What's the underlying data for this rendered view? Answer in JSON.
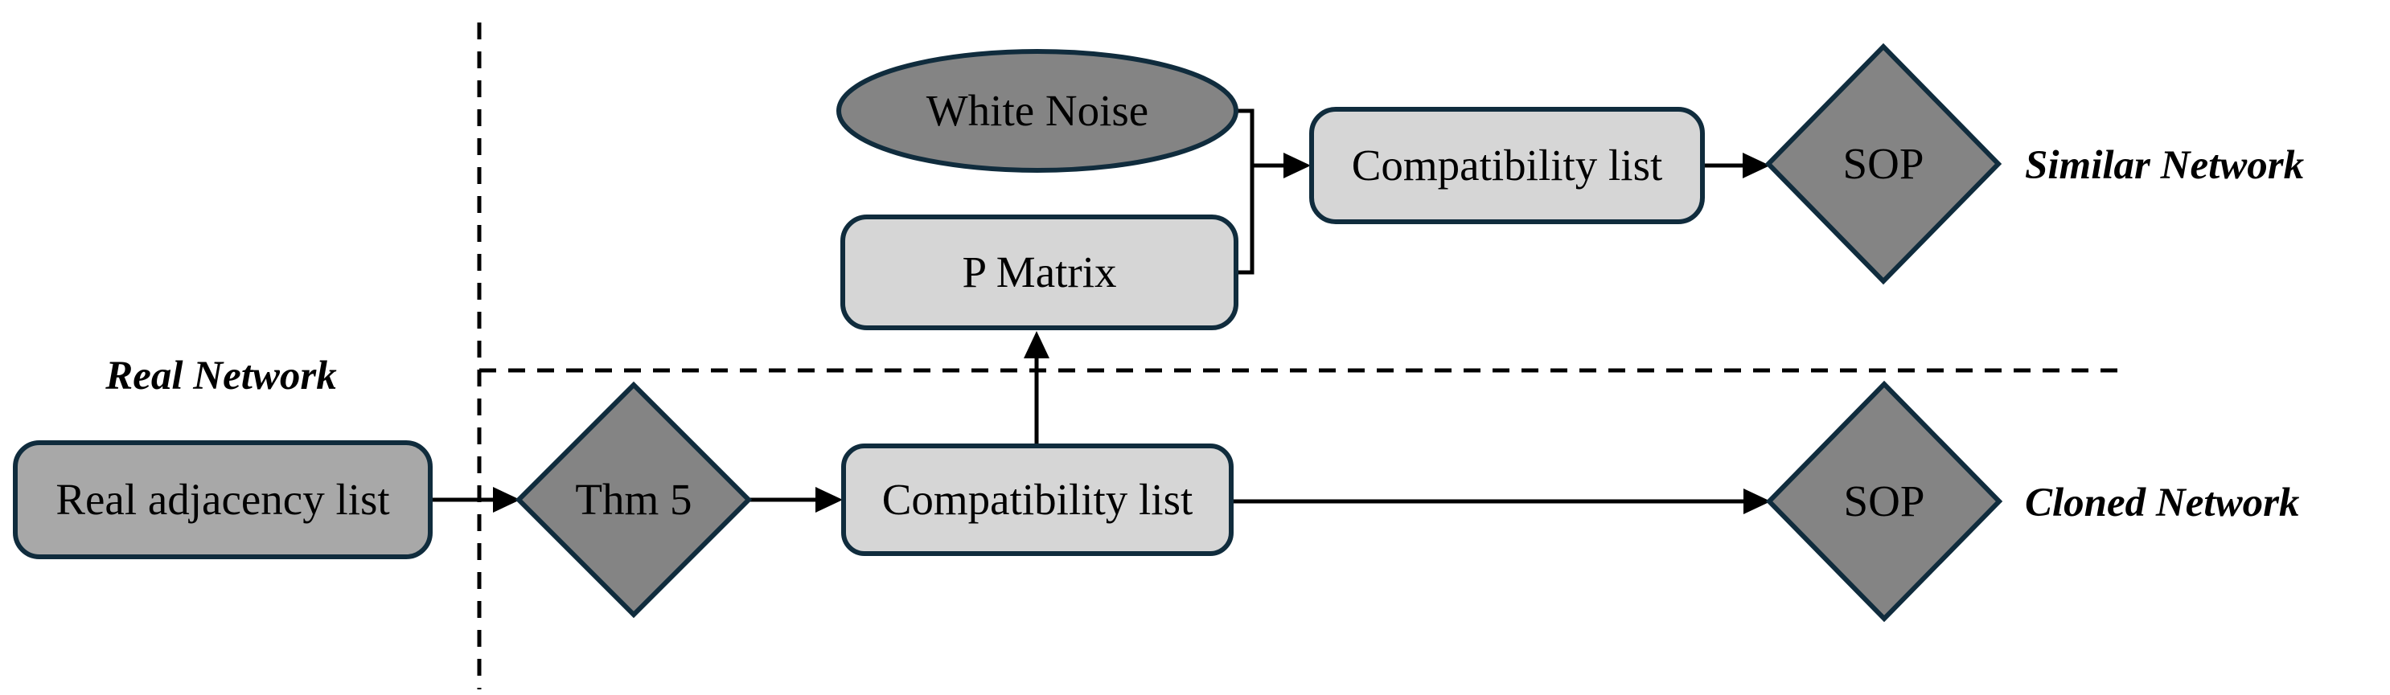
{
  "diagram": {
    "regions": {
      "real_network": "Real Network",
      "similar_network": "Similar Network",
      "cloned_network": "Cloned Network"
    },
    "nodes": {
      "white_noise": "White Noise",
      "p_matrix": "P Matrix",
      "compatibility_top": "Compatibility list",
      "sop_top": "SOP",
      "real_adjacency": "Real adjacency list",
      "thm5": "Thm 5",
      "compatibility_bottom": "Compatibility list",
      "sop_bottom": "SOP"
    },
    "colors": {
      "border": "#102c3d",
      "dark_fill": "#848484",
      "light_fill": "#d6d6d6",
      "medium_fill": "#a8a8a8",
      "line": "#000000",
      "background": "#ffffff",
      "text": "#000000"
    }
  }
}
